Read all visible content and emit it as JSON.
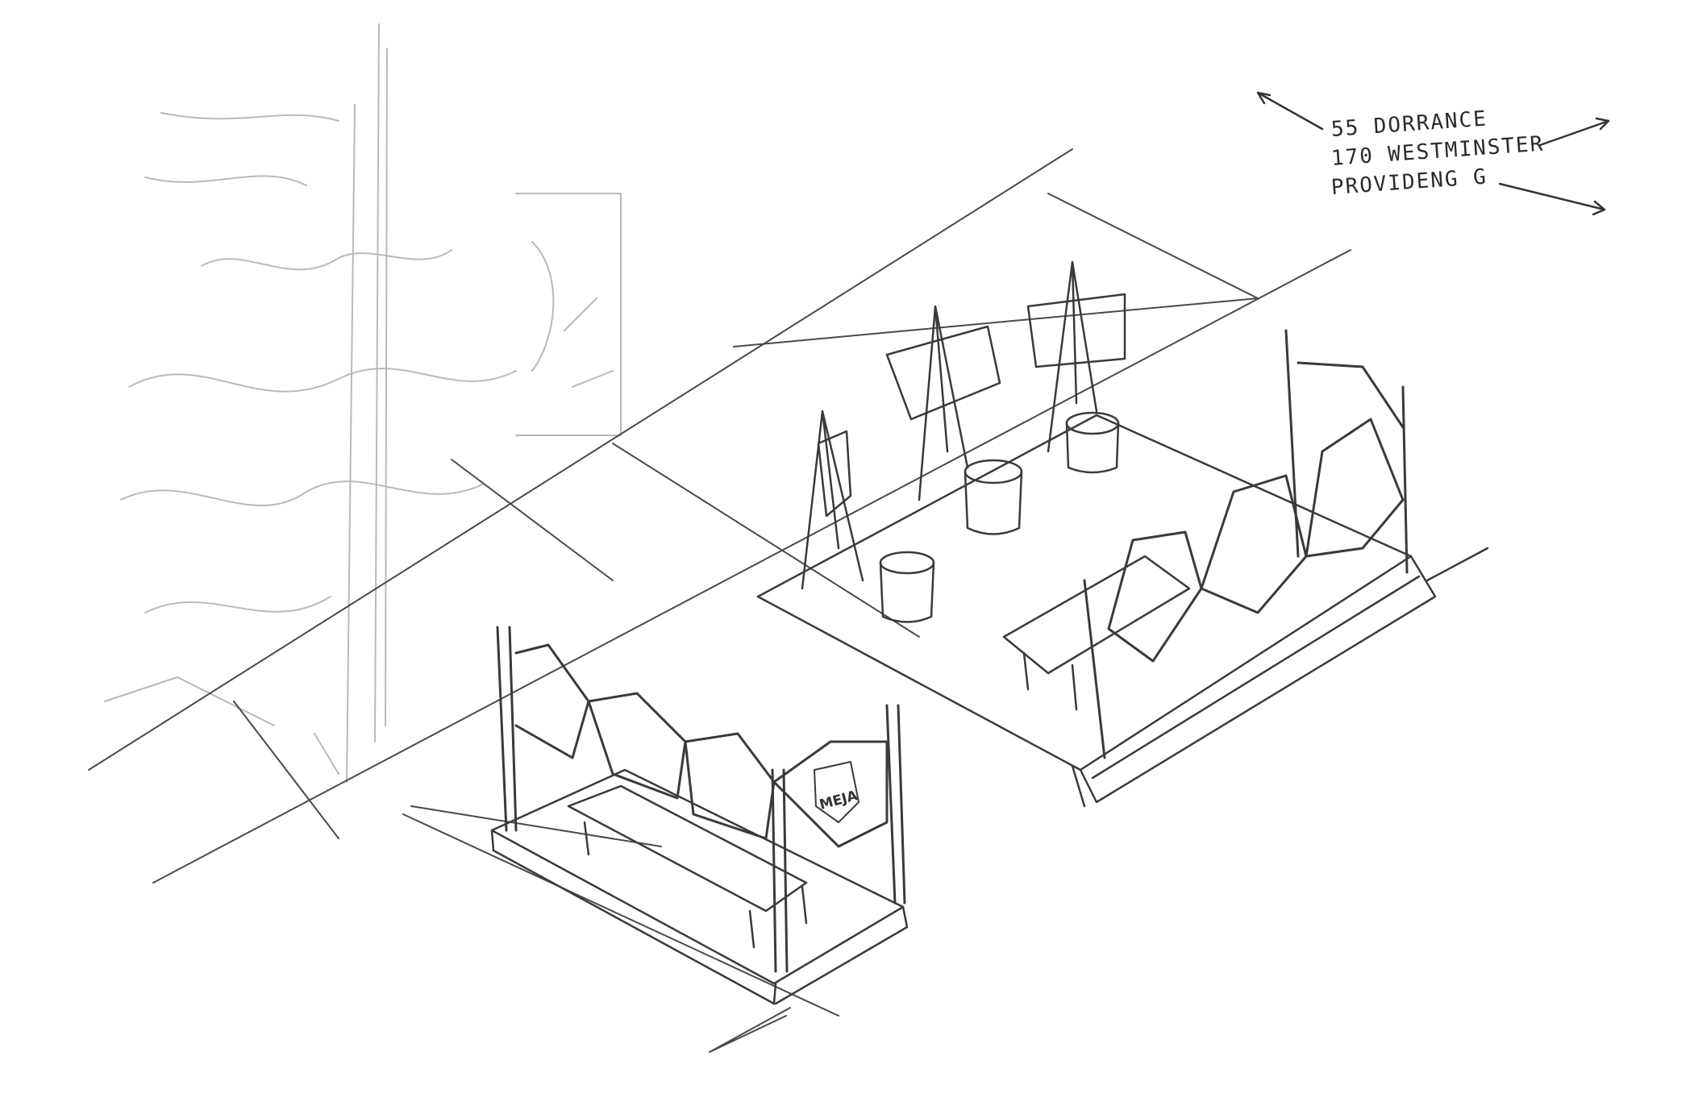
{
  "annotation": {
    "lines": [
      "55 DORRANCE",
      "170 WESTMINSTER",
      "PROVIDENG G"
    ]
  },
  "logo": {
    "text": "MEJA"
  },
  "colors": {
    "pencil": "#3a3a3a",
    "faint_pencil": "#b5b5b5",
    "paper": "#ffffff"
  }
}
